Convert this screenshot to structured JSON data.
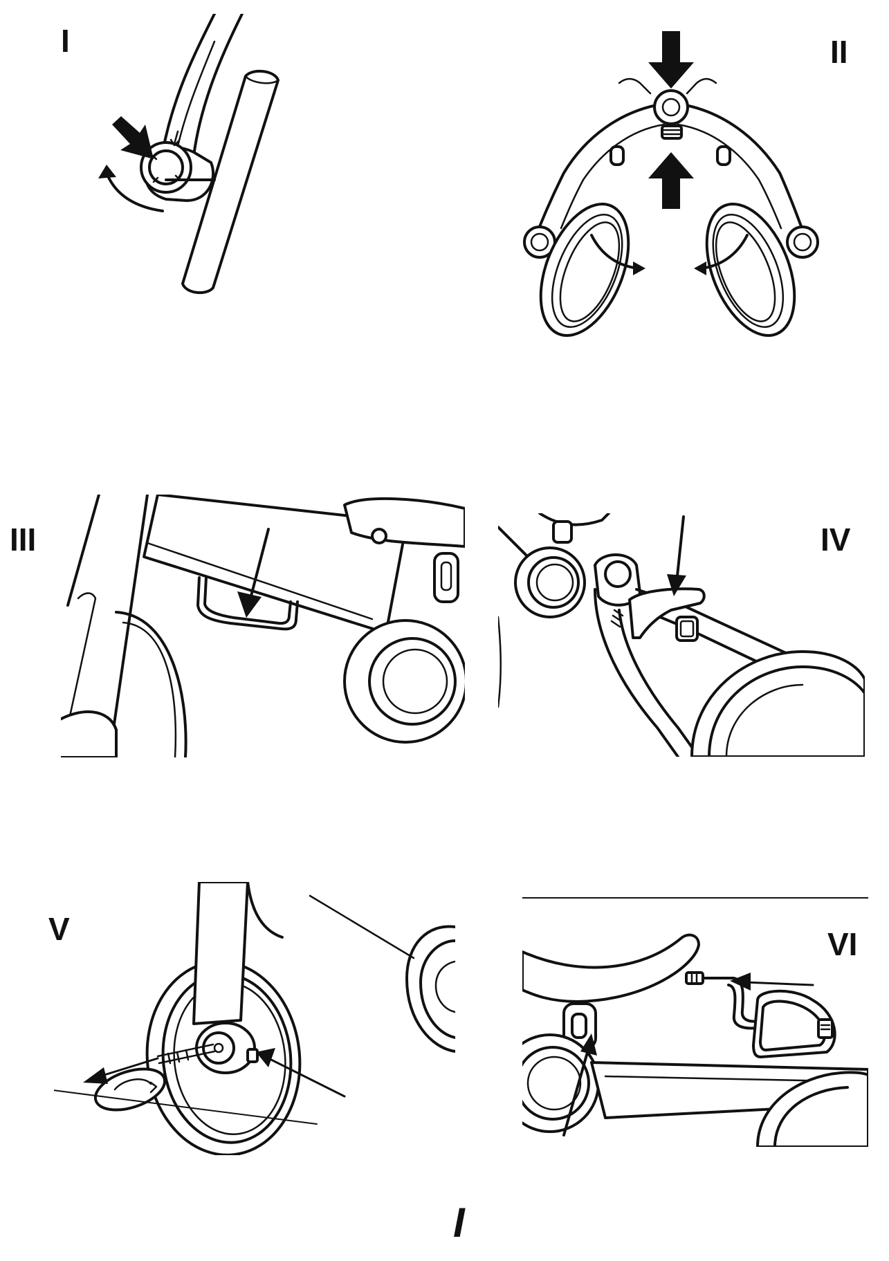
{
  "steps": [
    {
      "id": "step-1",
      "label": "I"
    },
    {
      "id": "step-2",
      "label": "II"
    },
    {
      "id": "step-3",
      "label": "III"
    },
    {
      "id": "step-4",
      "label": "IV"
    },
    {
      "id": "step-5",
      "label": "V"
    },
    {
      "id": "step-6",
      "label": "VI"
    }
  ],
  "page_mark": "I",
  "colors": {
    "ink": "#111111",
    "paper": "#ffffff"
  }
}
